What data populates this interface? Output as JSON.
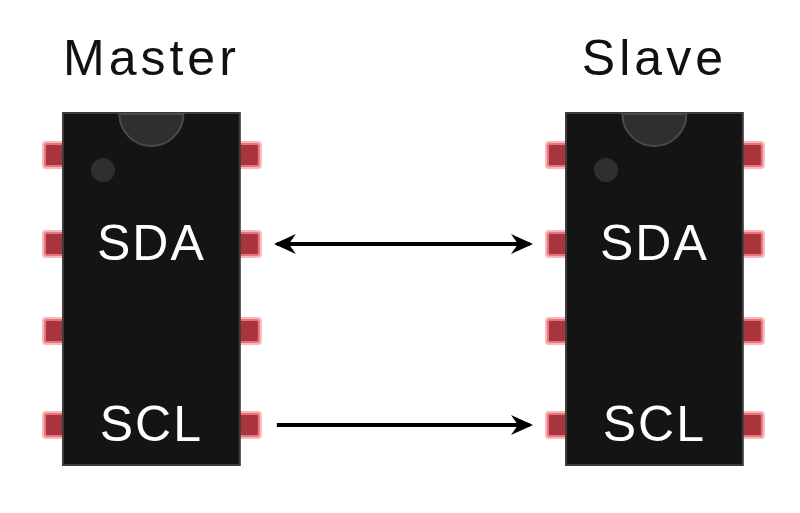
{
  "diagram": {
    "nodes": [
      {
        "text": [
          "Master",
          "SDA",
          "SCL"
        ]
      },
      {
        "text": [
          "Slave",
          "SDA",
          "SCL"
        ]
      }
    ],
    "edges": [
      {
        "from": 0,
        "to": 1,
        "arrow": "both"
      },
      {
        "from": 0,
        "to": 1,
        "arrow": "to"
      }
    ]
  }
}
